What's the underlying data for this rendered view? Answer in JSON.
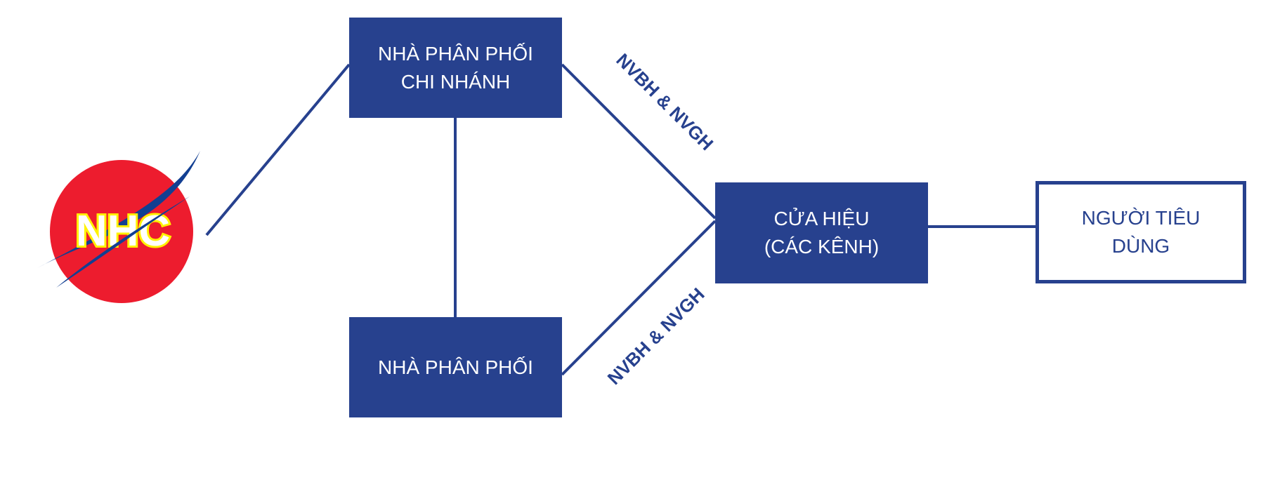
{
  "logo": {
    "text": "NHC"
  },
  "nodes": {
    "branch_distributor": "NHÀ PHÂN PHỐI\nCHI NHÁNH",
    "distributor": "NHÀ PHÂN PHỐI",
    "store": "CỬA HIỆU\n(CÁC KÊNH)",
    "consumer": "NGƯỜI TIÊU\nDÙNG"
  },
  "edges": {
    "branch_to_store": "NVBH & NVGH",
    "distributor_to_store": "NVBH & NVGH"
  },
  "colors": {
    "primary": "#27418e",
    "logo_red": "#ed1c2e",
    "logo_yellow": "#fff200"
  }
}
